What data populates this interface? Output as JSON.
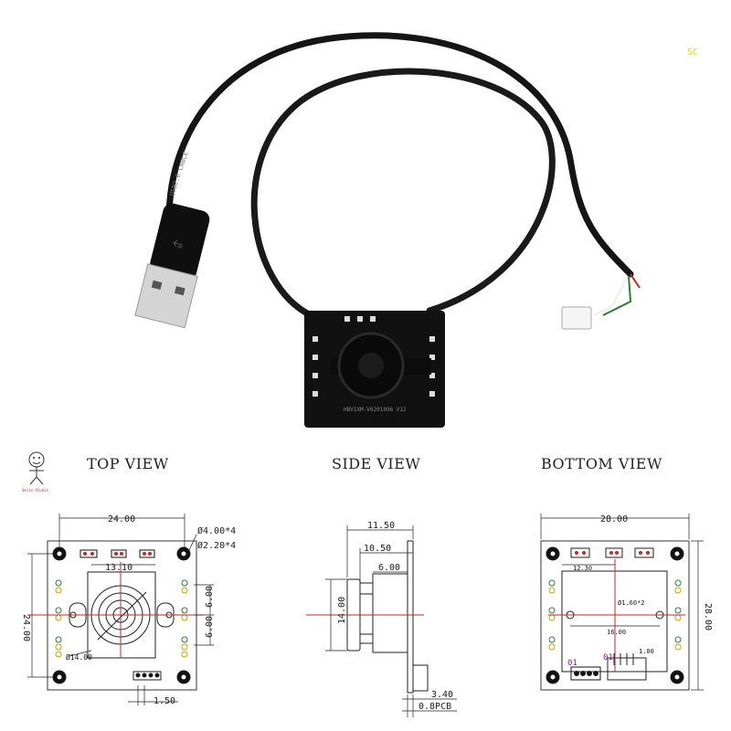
{
  "watermark": "SC",
  "cable_print": "USB2.0 CABLE",
  "pcb_print": "HBV1XM-V0201096 V12",
  "logo_caption": "Smile Studio",
  "views": {
    "top": {
      "title": "TOP VIEW",
      "dims": {
        "width": "24.00",
        "height": "24.00",
        "hole_large": "Ø4.00*4",
        "hole_small": "Ø2.20*4",
        "lens_width": "13.10",
        "right_a": "6.00",
        "right_b": "6.00",
        "lens_dia": "Ø14.00",
        "pin_pitch": "1.50"
      }
    },
    "side": {
      "title": "SIDE VIEW",
      "dims": {
        "total": "11.50",
        "barrel": "10.50",
        "holder": "6.00",
        "height": "14.00",
        "connector": "3.40",
        "pcb": "0.8PCB"
      }
    },
    "bottom": {
      "title": "BOTTOM VIEW",
      "dims": {
        "width": "28.00",
        "height": "28.00",
        "inner": "12.30",
        "hole": "Ø1.60*2",
        "hole_span": "16.00",
        "pitch": "1.00",
        "marker_a": "01",
        "marker_b": "01"
      }
    }
  }
}
